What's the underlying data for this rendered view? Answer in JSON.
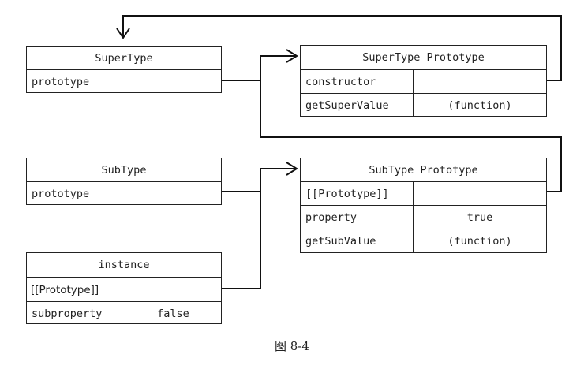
{
  "supertype": {
    "title": "SuperType",
    "rows": [
      {
        "key": "prototype"
      }
    ]
  },
  "supertype_proto": {
    "title": "SuperType Prototype",
    "rows": [
      {
        "key": "constructor"
      },
      {
        "key": "getSuperValue",
        "value": "(function)"
      }
    ]
  },
  "subtype": {
    "title": "SubType",
    "rows": [
      {
        "key": "prototype"
      }
    ]
  },
  "subtype_proto": {
    "title": "SubType Prototype",
    "rows": [
      {
        "key": "[[Prototype]]"
      },
      {
        "key": "property",
        "value": "true"
      },
      {
        "key": "getSubValue",
        "value": "(function)"
      }
    ]
  },
  "instance": {
    "title": "instance",
    "rows": [
      {
        "key": "[[Prototype]]"
      },
      {
        "key": "subproperty",
        "value": "false"
      }
    ]
  },
  "caption": "图    8-4"
}
